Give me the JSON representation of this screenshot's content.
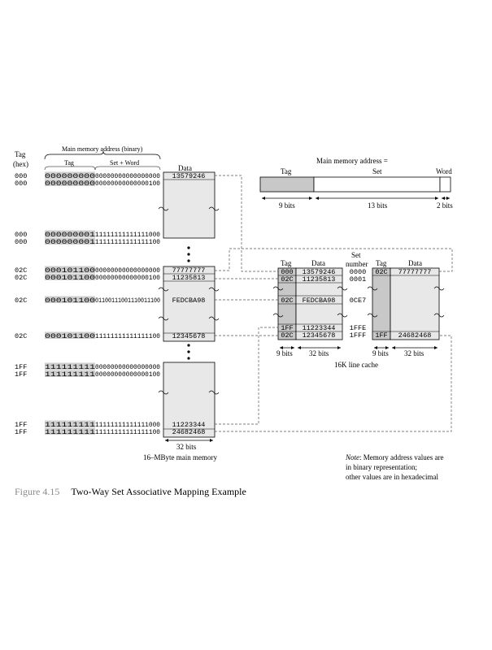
{
  "left_header": {
    "tag_hex": [
      "Tag",
      "(hex)"
    ],
    "main_memory_address": "Main memory address (binary)",
    "tag": "Tag",
    "set_word": "Set + Word",
    "data": "Data"
  },
  "main_memory_rows": [
    {
      "tag_hex": "000",
      "tag_bits": "000000000",
      "rest_bits": "00000000000000000",
      "data": "13579246"
    },
    {
      "tag_hex": "000",
      "tag_bits": "000000000",
      "rest_bits": "00000000000000100",
      "data": ""
    },
    {
      "tag_hex": "000",
      "tag_bits": "000000001",
      "rest_bits": "11111111111111000",
      "data": ""
    },
    {
      "tag_hex": "000",
      "tag_bits": "000000001",
      "rest_bits": "11111111111111100",
      "data": ""
    },
    {
      "tag_hex": "02C",
      "tag_bits": "000101100",
      "rest_bits": "00000000000000000",
      "data": "77777777"
    },
    {
      "tag_hex": "02C",
      "tag_bits": "000101100",
      "rest_bits": "00000000000000100",
      "data": "11235813"
    },
    {
      "tag_hex": "02C",
      "tag_bits": "000101100",
      "rest_bits": "01100111001110011100",
      "data": "FEDCBA98"
    },
    {
      "tag_hex": "02C",
      "tag_bits": "000101100",
      "rest_bits": "11111111111111100",
      "data": "12345678"
    },
    {
      "tag_hex": "1FF",
      "tag_bits": "111111111",
      "rest_bits": "00000000000000000",
      "data": ""
    },
    {
      "tag_hex": "1FF",
      "tag_bits": "111111111",
      "rest_bits": "00000000000000100",
      "data": ""
    },
    {
      "tag_hex": "1FF",
      "tag_bits": "111111111",
      "rest_bits": "11111111111111000",
      "data": "11223344"
    },
    {
      "tag_hex": "1FF",
      "tag_bits": "111111111",
      "rest_bits": "11111111111111100",
      "data": "24682468"
    }
  ],
  "main_memory_width": "32 bits",
  "main_memory_label": "16–MByte main memory",
  "address_format": {
    "title": "Main memory address =",
    "fields": [
      "Tag",
      "Set",
      "Word"
    ],
    "widths": [
      "9 bits",
      "13 bits",
      "2 bits"
    ]
  },
  "cache": {
    "headers": {
      "tag": "Tag",
      "data": "Data",
      "set_number": [
        "Set",
        "number"
      ],
      "tag2": "Tag",
      "data2": "Data"
    },
    "rows": [
      {
        "tag": "000",
        "data": "13579246",
        "set": "0000",
        "tag2": "02C",
        "data2": "77777777"
      },
      {
        "tag": "02C",
        "data": "11235813",
        "set": "0001",
        "tag2": "",
        "data2": ""
      },
      {
        "tag": "02C",
        "data": "FEDCBA98",
        "set": "0CE7",
        "tag2": "",
        "data2": ""
      },
      {
        "tag": "1FF",
        "data": "11223344",
        "set": "1FFE",
        "tag2": "",
        "data2": ""
      },
      {
        "tag": "02C",
        "data": "12345678",
        "set": "1FFF",
        "tag2": "1FF",
        "data2": "24682468"
      }
    ],
    "widths": [
      "9 bits",
      "32 bits",
      "9 bits",
      "32 bits"
    ],
    "label": "16K line cache"
  },
  "note": {
    "label": "Note",
    "lines": [
      ": Memory address values are",
      "in binary representation;",
      "other values are in hexadecimal"
    ]
  },
  "caption": {
    "number": "Figure 4.15",
    "text": "Two-Way Set Associative Mapping Example"
  }
}
